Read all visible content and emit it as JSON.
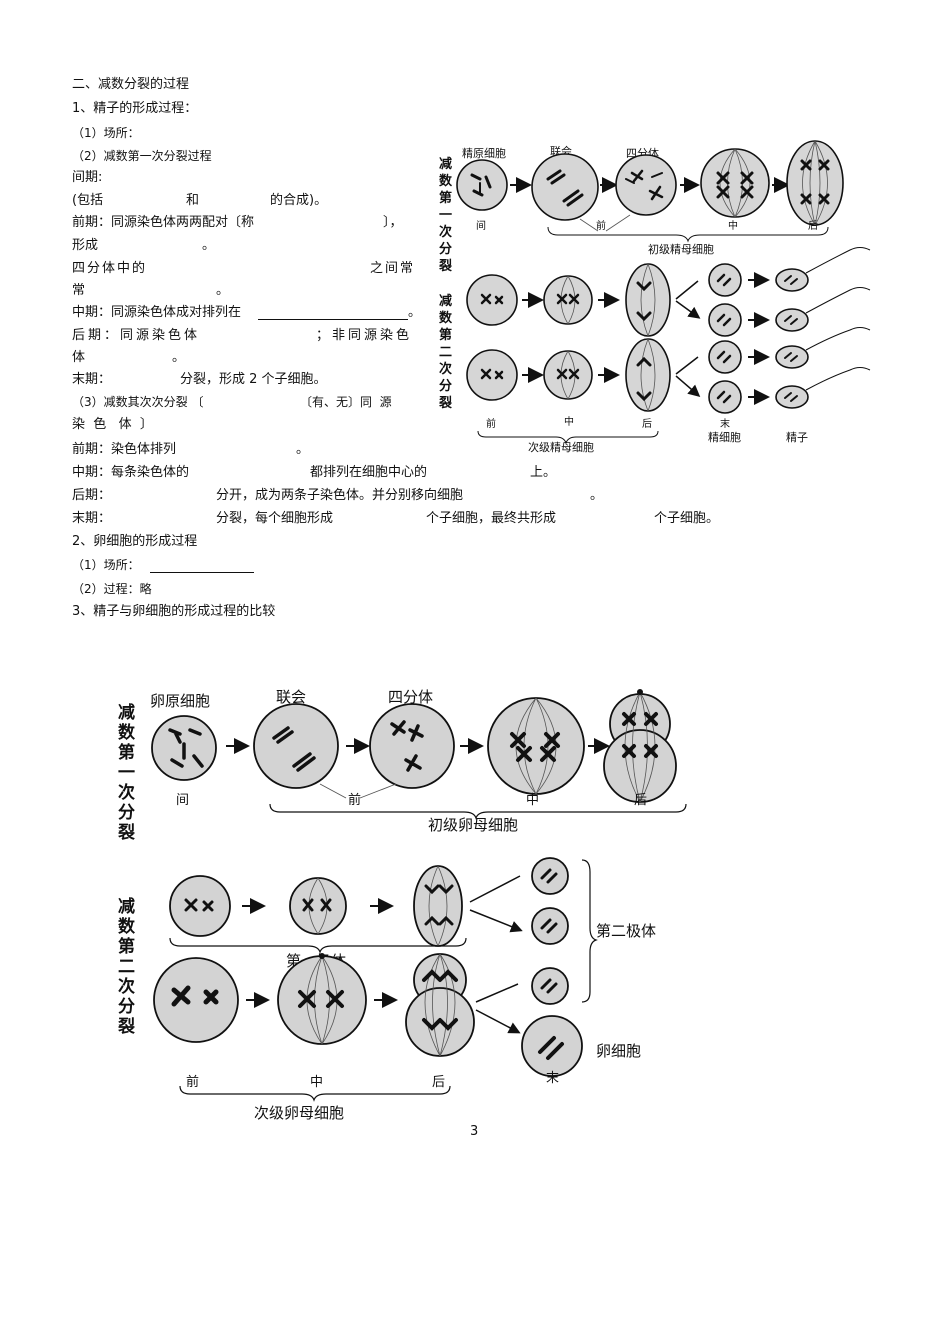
{
  "section_title": "二、减数分裂的过程",
  "sperm": {
    "heading": "1、精子的形成过程：",
    "site": "（1）场所：",
    "meiosis1": {
      "heading": "（2）减数第一次分裂过程",
      "interphase_label": "间期:",
      "interphase_text_a": "(包括",
      "interphase_text_b": "和",
      "interphase_text_c": "的合成)。",
      "prophase_a": "前期：同源染色体两两配对〔称",
      "prophase_b": "〕，",
      "prophase_c": "形成",
      "prophase_d": "。",
      "prophase_e": "四分体中的",
      "prophase_f": "之间常",
      "prophase_g": "常",
      "prophase_h": "。",
      "metaphase": "中期：同源染色体成对排列在",
      "metaphase_end": "。",
      "anaphase_a": "后期：同源染色体",
      "anaphase_b": "；非同源染色",
      "anaphase_c": "体",
      "anaphase_d": "。",
      "telophase_a": "末期：",
      "telophase_b": "分裂，形成 2 个子细胞。"
    },
    "meiosis2": {
      "heading_a": "（3）减数其次次分裂 〔",
      "heading_b": "〔有、无〕同  源",
      "heading_c": "染  色   体  〕",
      "prophase_a": "前期：染色体排列",
      "prophase_b": "。",
      "metaphase_a": "中期：每条染色体的",
      "metaphase_b": "都排列在细胞中心的",
      "metaphase_c": "上。",
      "anaphase_a": "后期：",
      "anaphase_b": "分开，成为两条子染色体。并分别移向细胞",
      "anaphase_c": "。",
      "telophase_a": "末期：",
      "telophase_b": "分裂，每个细胞形成",
      "telophase_c": "个子细胞，最终共形成",
      "telophase_d": "个子细胞。"
    }
  },
  "egg": {
    "heading": "2、卵细胞的形成过程",
    "site": "（1）场所：",
    "process": "（2）过程：略"
  },
  "compare_heading": "3、精子与卵细胞的形成过程的比较",
  "diagram_sperm": {
    "row1_side": [
      "减",
      "数",
      "第",
      "一",
      "次",
      "分",
      "裂"
    ],
    "row2_side": [
      "减",
      "数",
      "第",
      "二",
      "次",
      "分",
      "裂"
    ],
    "top_labels": [
      "精原细胞",
      "联会",
      "四分体"
    ],
    "stage_labels_1": [
      "间",
      "前",
      "中",
      "后"
    ],
    "brace_1": "初级精母细胞",
    "stage_labels_2": [
      "前",
      "中",
      "后",
      "末"
    ],
    "brace_2": "次级精母细胞",
    "end_labels": [
      "精细胞",
      "精子"
    ]
  },
  "diagram_egg": {
    "row1_side": [
      "减",
      "数",
      "第",
      "一",
      "次",
      "分",
      "裂"
    ],
    "row2_side": [
      "减",
      "数",
      "第",
      "二",
      "次",
      "分",
      "裂"
    ],
    "top_labels": [
      "卵原细胞",
      "联会",
      "四分体"
    ],
    "stage_labels_1": [
      "间",
      "前",
      "中",
      "后"
    ],
    "brace_1": "初级卵母细胞",
    "brace_polar": "第一极体",
    "polar_label": "第二极体",
    "egg_label": "卵细胞",
    "stage_labels_2": [
      "前",
      "中",
      "后"
    ],
    "end_label": "末",
    "brace_2": "次级卵母细胞"
  },
  "page_number": "3"
}
